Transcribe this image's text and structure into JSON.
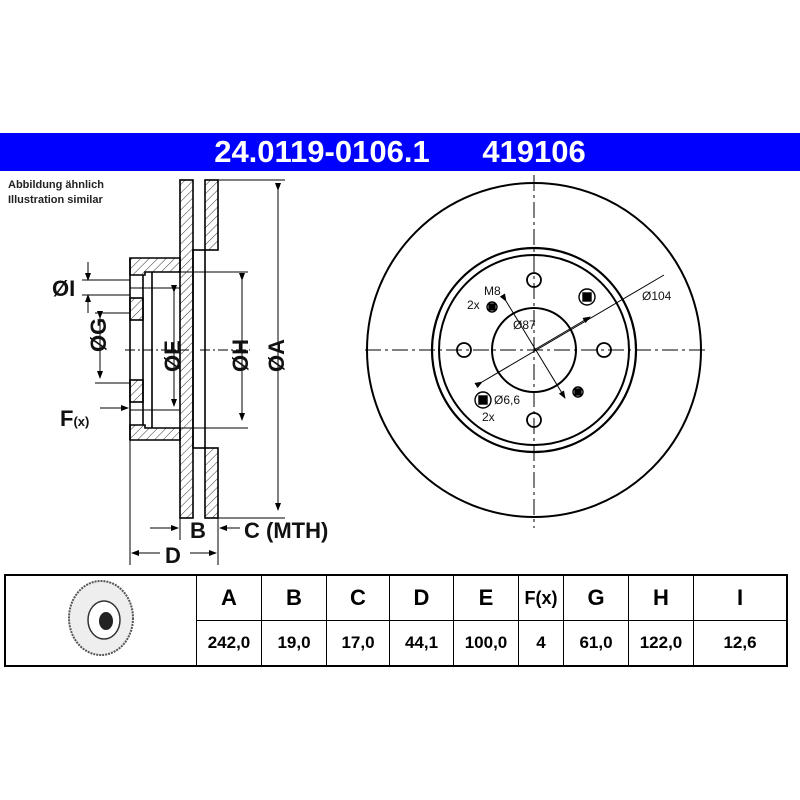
{
  "header": {
    "part_number": "24.0119-0106.1",
    "ref_number": "419106",
    "band_color": "#0000ff"
  },
  "note": {
    "line1": "Abbildung ähnlich",
    "line2": "Illustration similar"
  },
  "section_labels": {
    "I": "ØI",
    "G": "ØG",
    "E": "ØE",
    "H": "ØH",
    "A": "ØA",
    "F": "F",
    "F_sub": "(x)",
    "B": "B",
    "C": "C (MTH)",
    "D": "D"
  },
  "face_labels": {
    "m8": "M8",
    "m8_count": "2x",
    "pcd": "Ø87",
    "outer": "Ø104",
    "hole": "Ø6,6",
    "hole_count": "2x"
  },
  "table": {
    "headers": [
      "A",
      "B",
      "C",
      "D",
      "E",
      "F(x)",
      "G",
      "H",
      "I"
    ],
    "values": [
      "242,0",
      "19,0",
      "17,0",
      "44,1",
      "100,0",
      "4",
      "61,0",
      "122,0",
      "12,6"
    ]
  }
}
